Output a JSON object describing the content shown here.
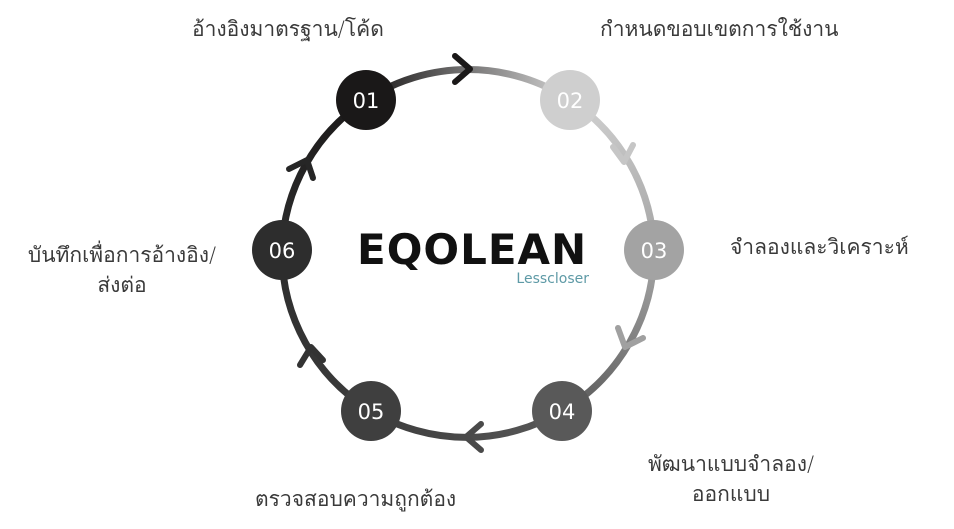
{
  "logo": {
    "name": "EQOLEAN",
    "tagline": "Lesscloser",
    "tagline_color": "#5e9aa6"
  },
  "steps": [
    {
      "number": "01",
      "label_lines": [
        "อ้างอิงมาตรฐาน/โค้ด"
      ],
      "color": "#1a1818"
    },
    {
      "number": "02",
      "label_lines": [
        "กำหนดขอบเขตการใช้งาน"
      ],
      "color": "#cfcfcf"
    },
    {
      "number": "03",
      "label_lines": [
        "จำลองและวิเคราะห์"
      ],
      "color": "#a3a3a3"
    },
    {
      "number": "04",
      "label_lines": [
        "พัฒนาแบบจำลอง/",
        "ออกแบบ"
      ],
      "color": "#595959"
    },
    {
      "number": "05",
      "label_lines": [
        "ตรวจสอบความถูกต้อง"
      ],
      "color": "#3f3f3f"
    },
    {
      "number": "06",
      "label_lines": [
        "บันทึกเพื่อการอ้างอิง/",
        "ส่งต่อ"
      ],
      "color": "#2d2d2d"
    }
  ]
}
